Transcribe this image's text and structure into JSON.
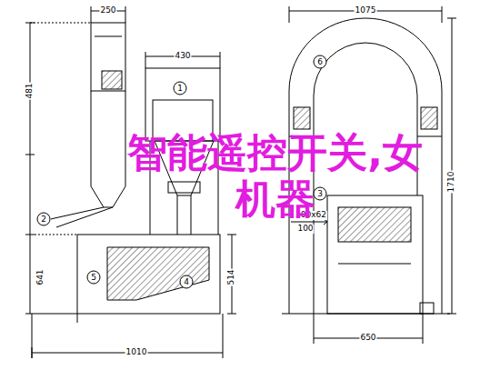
{
  "diagram": {
    "labels": [
      "250",
      "430",
      "1075",
      "1",
      "6",
      "481",
      "2",
      "3",
      "1710",
      "100x62",
      "100",
      "641",
      "514",
      "5",
      "4",
      "650",
      "1010",
      "智能遥控开关,女机器"
    ]
  }
}
